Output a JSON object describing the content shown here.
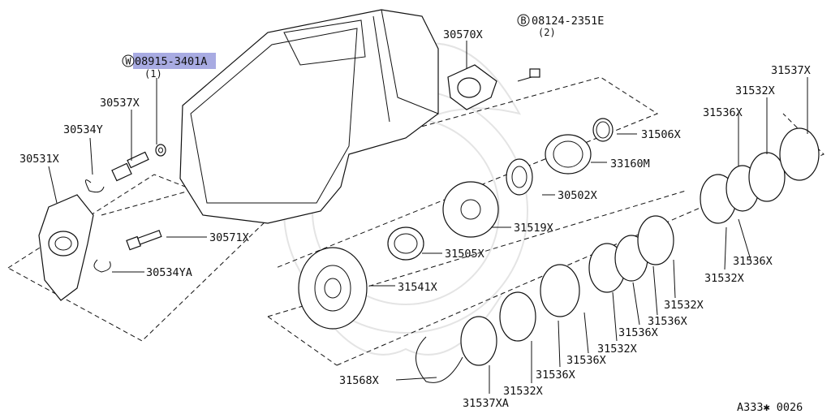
{
  "diagram": {
    "code": "A333✱ 0026",
    "highlight_color": "#8b8fd8",
    "parts": [
      {
        "id": "p1",
        "label": "08915-3401A",
        "prefix": "W",
        "qty": "(1)",
        "highlighted": true
      },
      {
        "id": "p2",
        "label": "30570X"
      },
      {
        "id": "p3",
        "label": "08124-2351E",
        "prefix": "B",
        "qty": "(2)"
      },
      {
        "id": "p4",
        "label": "31537X"
      },
      {
        "id": "p5",
        "label": "31532X"
      },
      {
        "id": "p6",
        "label": "30537X"
      },
      {
        "id": "p7",
        "label": "31506X"
      },
      {
        "id": "p8",
        "label": "31536X"
      },
      {
        "id": "p9",
        "label": "30534Y"
      },
      {
        "id": "p10",
        "label": "30531X"
      },
      {
        "id": "p11",
        "label": "33160M"
      },
      {
        "id": "p12",
        "label": "30502X"
      },
      {
        "id": "p13",
        "label": "31519X"
      },
      {
        "id": "p14",
        "label": "30571X"
      },
      {
        "id": "p15",
        "label": "31505X"
      },
      {
        "id": "p16",
        "label": "31536X"
      },
      {
        "id": "p17",
        "label": "30534YA"
      },
      {
        "id": "p18",
        "label": "31532X"
      },
      {
        "id": "p19",
        "label": "31541X"
      },
      {
        "id": "p20",
        "label": "31532X"
      },
      {
        "id": "p21",
        "label": "31536X"
      },
      {
        "id": "p22",
        "label": "31536X"
      },
      {
        "id": "p23",
        "label": "31532X"
      },
      {
        "id": "p24",
        "label": "31536X"
      },
      {
        "id": "p25",
        "label": "31536X"
      },
      {
        "id": "p26",
        "label": "31568X"
      },
      {
        "id": "p27",
        "label": "31532X"
      },
      {
        "id": "p28",
        "label": "31537XA"
      }
    ]
  }
}
